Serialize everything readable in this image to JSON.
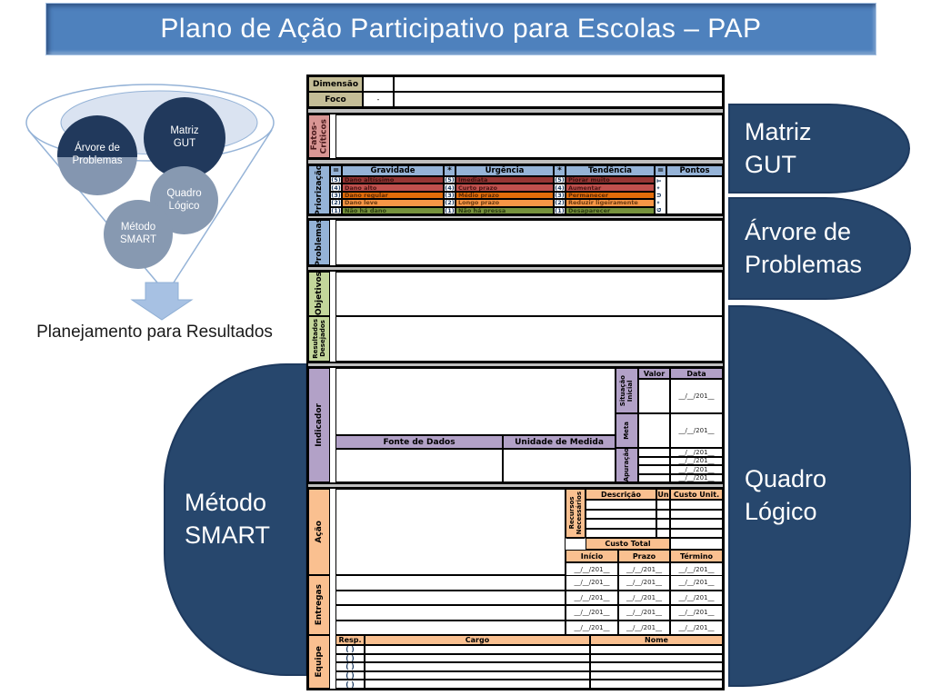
{
  "title": "Plano de Ação Participativo para Escolas – PAP",
  "colors": {
    "banner_blue": "#4E81BD",
    "navy": "#27476D",
    "gray_blue": "#8496B0",
    "funnel_light_blue": "#95B3D7",
    "tan_header": "#C4BD97",
    "pink_header": "#D99694",
    "blue_header": "#95B3D7",
    "green_header": "#C3D69B",
    "purple_header": "#B2A1C7",
    "orange_header": "#FAC090",
    "gray_bar": "#BFBFBF"
  },
  "funnel": {
    "circle_arvore": "Árvore de Problemas",
    "circle_matriz": "Matriz GUT",
    "circle_quadro": "Quadro Lógico",
    "circle_metodo": "Método SMART",
    "caption": "Planejamento para Resultados"
  },
  "callouts": {
    "matriz_gut": "Matriz GUT",
    "arvore": "Árvore de Problemas",
    "quadro": "Quadro Lógico",
    "metodo": "Método SMART"
  },
  "form": {
    "dimensao": "Dimensão",
    "foco": "Foco",
    "foco_value": "-",
    "fatos_line1": "Fatos-",
    "fatos_line2": "Críticos",
    "priorizacao": {
      "label": "Priorização",
      "headers": [
        "=",
        "Gravidade",
        "*",
        "Urgência",
        "*",
        "Tendência",
        "=",
        "Pontos"
      ],
      "formula": "G * U * T",
      "rows": [
        {
          "n": "(5)",
          "gravidade": "Dano altíssimo",
          "urgencia": "Imediata",
          "tendencia": "Piorar muito",
          "color": "#963634"
        },
        {
          "n": "(4)",
          "gravidade": "Dano alto",
          "urgencia": "Curto prazo",
          "tendencia": "Aumentar",
          "color": "#C0504D"
        },
        {
          "n": "(3)",
          "gravidade": "Dano regular",
          "urgencia": "Médio prazo",
          "tendencia": "Permanecer",
          "color": "#E36C09"
        },
        {
          "n": "(2)",
          "gravidade": "Dano leve",
          "urgencia": "Longo prazo",
          "tendencia": "Reduzir ligeiramente",
          "color": "#F79646"
        },
        {
          "n": "(1)",
          "gravidade": "Não há dano",
          "urgencia": "Não há pressa",
          "tendencia": "Desaparecer",
          "color": "#76923C"
        }
      ]
    },
    "problemas": "Problemas",
    "objetivos": "Objetivos",
    "resultados_line1": "Resultados",
    "resultados_line2": "Desejados",
    "indicador": {
      "label": "Indicador",
      "situacao_line1": "Situação",
      "situacao_line2": "Inicial",
      "meta": "Meta",
      "apuracao": "Apuração",
      "valor": "Valor",
      "data": "Data",
      "fonte": "Fonte de Dados",
      "unidade": "Unidade de Medida"
    },
    "acao": {
      "label": "Ação",
      "recursos_line1": "Recursos",
      "recursos_line2": "Necessários",
      "descricao": "Descrição",
      "un": "Un",
      "custo_unit": "Custo Unit.",
      "custo_total": "Custo Total",
      "inicio": "Início",
      "prazo": "Prazo",
      "termino": "Término"
    },
    "entregas": "Entregas",
    "equipe": {
      "label": "Equipe",
      "resp": "Resp.",
      "cargo": "Cargo",
      "nome": "Nome",
      "resp_placeholder": "(  )"
    },
    "date_placeholder": "__/__/201__"
  }
}
